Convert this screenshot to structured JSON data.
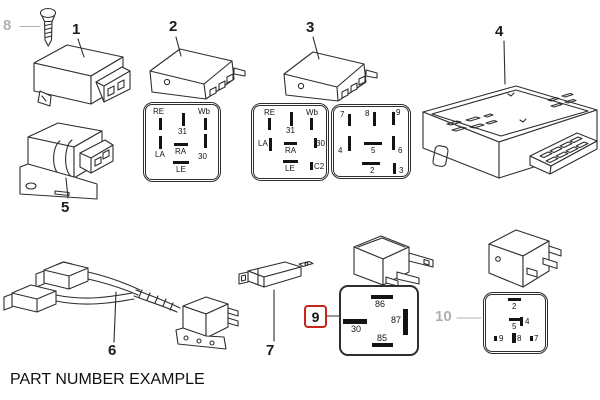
{
  "footer": {
    "caption": "PART NUMBER EXAMPLE"
  },
  "callouts": {
    "n1": "1",
    "n2": "2",
    "n3": "3",
    "n4": "4",
    "n5": "5",
    "n6": "6",
    "n7": "7",
    "n8": "8",
    "n9": "9",
    "n10": "10"
  },
  "colors": {
    "ink": "#2e2e2e",
    "muted_label": "#b0b0b0",
    "highlight_red": "#c8251d"
  },
  "sockets": {
    "relay2": {
      "re": "RE",
      "wb": "Wb",
      "t31": "31",
      "la": "LA",
      "ra": "RA",
      "t30": "30",
      "le": "LE"
    },
    "relay3_main": {
      "re": "RE",
      "wb": "Wb",
      "t31": "31",
      "la": "LA",
      "ra": "RA",
      "t30": "30",
      "le": "LE",
      "c2": "C2"
    },
    "relay3_aux": {
      "t7": "7",
      "t8": "8",
      "t9": "9",
      "t4": "4",
      "t5": "5",
      "t6": "6",
      "t2": "2",
      "t3": "3"
    },
    "relay9": {
      "t86": "86",
      "t30": "30",
      "t87": "87",
      "t85": "85"
    },
    "relay10": {
      "t2": "2",
      "t5": "5",
      "t4": "4",
      "t9": "9",
      "t8": "8",
      "t7": "7"
    }
  }
}
